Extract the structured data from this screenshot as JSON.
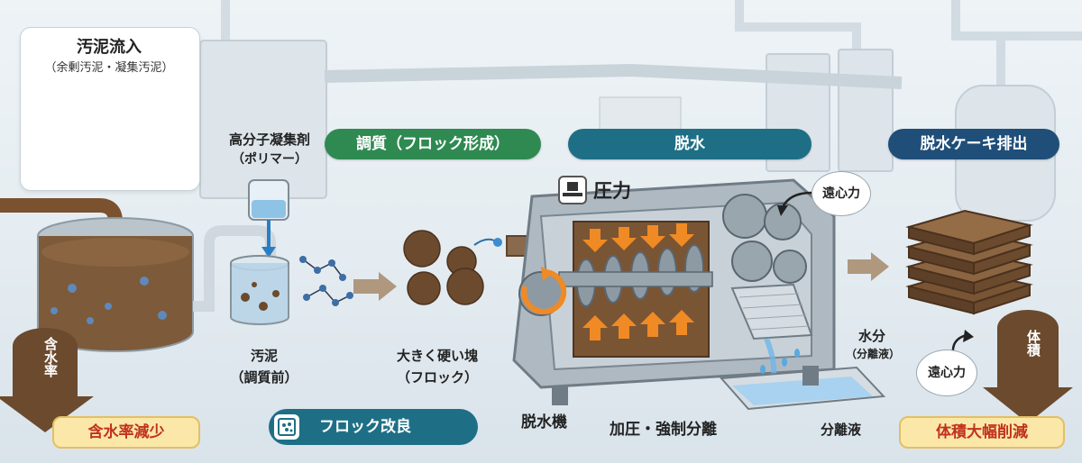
{
  "inflow": {
    "title": "汚泥流入",
    "subtitle": "（余剰汚泥・凝集汚泥）"
  },
  "polymer": {
    "line1": "高分子凝集剤",
    "line2": "（ポリマー）"
  },
  "stages": {
    "conditioning": "調質（フロック形成）",
    "dewatering": "脱水",
    "cake_discharge": "脱水ケーキ排出"
  },
  "pressure_label": "圧力",
  "centrifugal_top": "遠心力",
  "centrifugal_right": "遠心力",
  "sludge_before": {
    "line1": "汚泥",
    "line2": "（調質前）"
  },
  "floc": {
    "line1": "大きく硬い塊",
    "line2": "（フロック）"
  },
  "moisture_arrow": "含水率",
  "moisture_result": "含水率減少",
  "floc_improve": "フロック改良",
  "machine_label": "脱水機",
  "press_separation": "加圧・強制分離",
  "water": {
    "line1": "水分",
    "line2": "（分離液）"
  },
  "separated_liquid": "分離液",
  "volume_arrow": "体積",
  "volume_result": "体積大幅削減",
  "colors": {
    "green": "#2f8a52",
    "teal": "#1e6f86",
    "navy": "#1f4e79",
    "orange": "#f08a24",
    "brown_arrow": "#6b4a2e",
    "result_red": "#c0321c"
  }
}
